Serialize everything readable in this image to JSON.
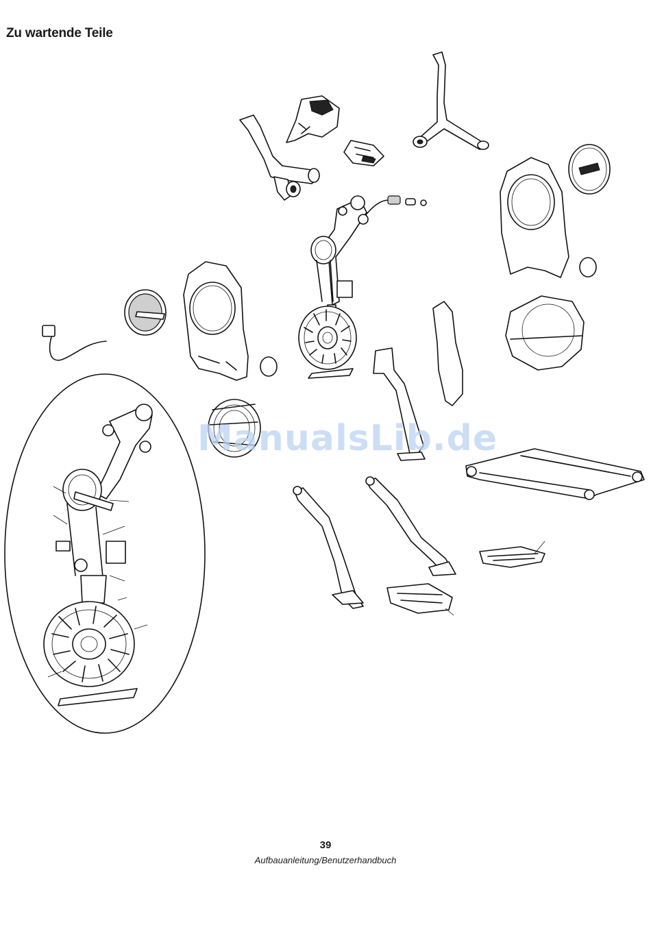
{
  "heading": "Zu wartende Teile",
  "watermark": "ManualsLib.de",
  "footer": {
    "page_number": "39",
    "document_title": "Aufbauanleitung/Benutzerhandbuch"
  }
}
